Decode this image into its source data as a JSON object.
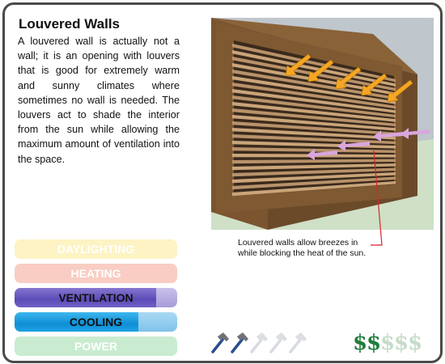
{
  "title": "Louvered Walls",
  "description": "A louvered wall is actually not a wall; it is an opening with louvers that is good for extremely warm and sunny climates where sometimes no wall is needed.  The louvers act to shade the interior from the sun while allowing the maximum amount of ventilation into the space.",
  "illustration": {
    "caption_line1": "Louvered walls allow breezes in",
    "caption_line2": "while blocking the heat of the sun.",
    "colors": {
      "frame": "#7a5530",
      "louvers": "#caa57a",
      "sky": "#bfc6cc",
      "ground": "#cfe0c6",
      "sun_arrows": "#f5a623",
      "breeze_arrows": "#d9a6dd",
      "leader_line": "#d8232a"
    }
  },
  "ratings": [
    {
      "label": "DAYLIGHTING",
      "level": 0.0,
      "color": "#fdf3c4"
    },
    {
      "label": "HEATING",
      "level": 0.0,
      "color": "#f9cdc3"
    },
    {
      "label": "VENTILATION",
      "level": 0.87,
      "color": "#5b4bb8"
    },
    {
      "label": "COOLING",
      "level": 0.76,
      "color": "#0f8ed6"
    },
    {
      "label": "POWER",
      "level": 0.0,
      "color": "#c9ecd0"
    }
  ],
  "cost": {
    "hammers_filled": 2,
    "hammers_total": 5,
    "hammer_icon": "hammer-icon",
    "dollars_filled": 2,
    "dollars_total": 5,
    "dollar_symbol": "$",
    "dollar_color": "#1e7d3a",
    "dollar_empty_color": "#c4dcc8"
  }
}
